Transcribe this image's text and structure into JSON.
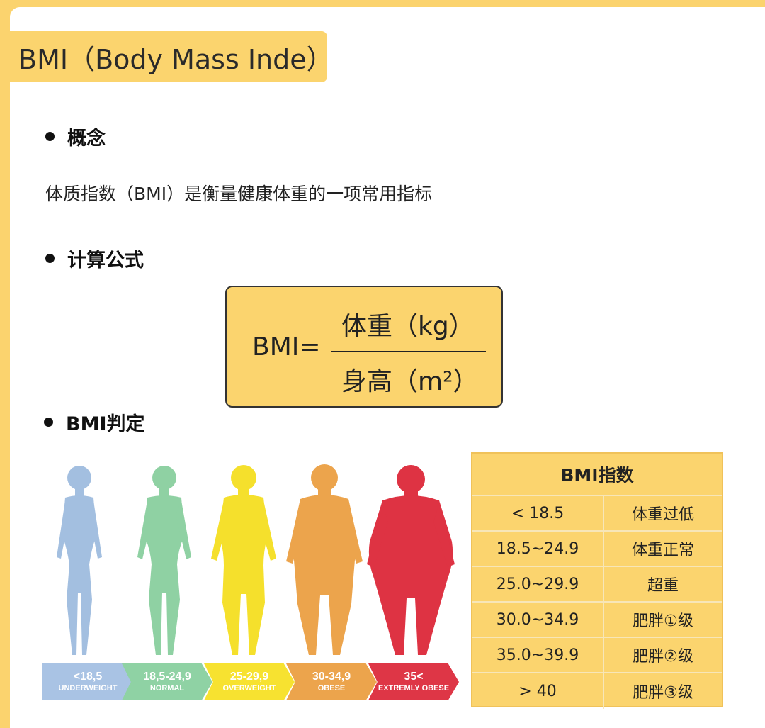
{
  "banner": {
    "title": "BMI（Body Mass Inde）"
  },
  "sections": [
    {
      "heading": "概念"
    },
    {
      "heading": "计算公式"
    },
    {
      "heading": "BMI判定"
    }
  ],
  "concept_text": "体质指数（BMI）是衡量健康体重的一项常用指标",
  "formula": {
    "lhs": "BMI=",
    "numerator": "体重（kg）",
    "denominator": "身高（m²）"
  },
  "figures": [
    {
      "color": "#a3bfe0"
    },
    {
      "color": "#8fd1a3"
    },
    {
      "color": "#f5e02c"
    },
    {
      "color": "#eca44c"
    },
    {
      "color": "#de3343"
    }
  ],
  "categories": [
    {
      "range": "<18,5",
      "label": "UNDERWEIGHT",
      "color": "#a9c3e4"
    },
    {
      "range": "18,5-24,9",
      "label": "NORMAL",
      "color": "#8fd2a4"
    },
    {
      "range": "25-29,9",
      "label": "OVERWEIGHT",
      "color": "#f7e230"
    },
    {
      "range": "30-34,9",
      "label": "OBESE",
      "color": "#eca44c"
    },
    {
      "range": "35<",
      "label": "EXTREMLY OBESE",
      "color": "#de3646"
    }
  ],
  "bmi_table": {
    "header": "BMI指数",
    "rows": [
      {
        "range": "< 18.5",
        "status": "体重过低"
      },
      {
        "range": "18.5~24.9",
        "status": "体重正常"
      },
      {
        "range": "25.0~29.9",
        "status": "超重"
      },
      {
        "range": "30.0~34.9",
        "status": "肥胖①级"
      },
      {
        "range": "35.0~39.9",
        "status": "肥胖②级"
      },
      {
        "range": "> 40",
        "status": "肥胖③级"
      }
    ]
  }
}
